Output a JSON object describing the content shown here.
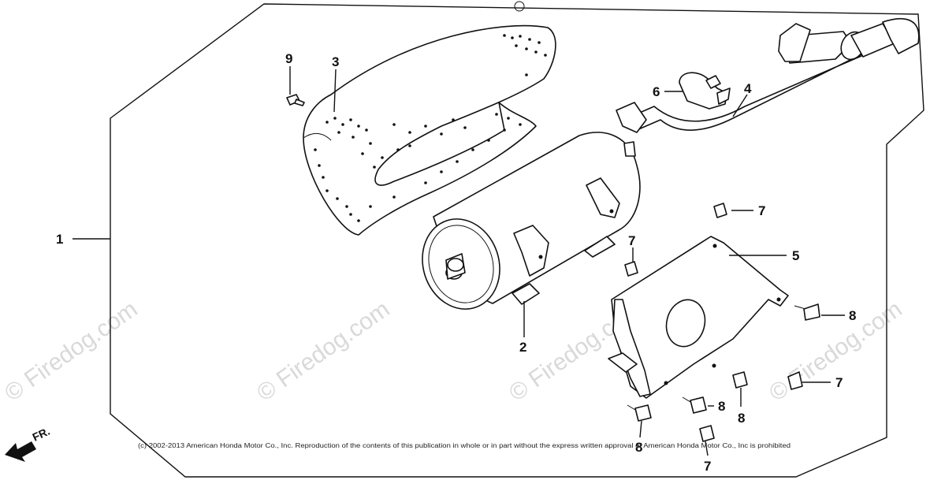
{
  "callouts": {
    "c1": "1",
    "c2": "2",
    "c3": "3",
    "c4": "4",
    "c5": "5",
    "c6": "6",
    "c7a": "7",
    "c7b": "7",
    "c7c": "7",
    "c7d": "7",
    "c8a": "8",
    "c8b": "8",
    "c8c": "8",
    "c8d": "8",
    "c9": "9"
  },
  "watermark": "© Firedog.com",
  "copyright": "(c) 2002-2013 American Honda Motor Co., Inc. Reproduction of the contents of this publication in whole or in part without the express written approval of American Honda Motor Co., Inc is prohibited",
  "direction": "FR.",
  "icons": {
    "direction_arrow": "arrow-left-icon"
  }
}
